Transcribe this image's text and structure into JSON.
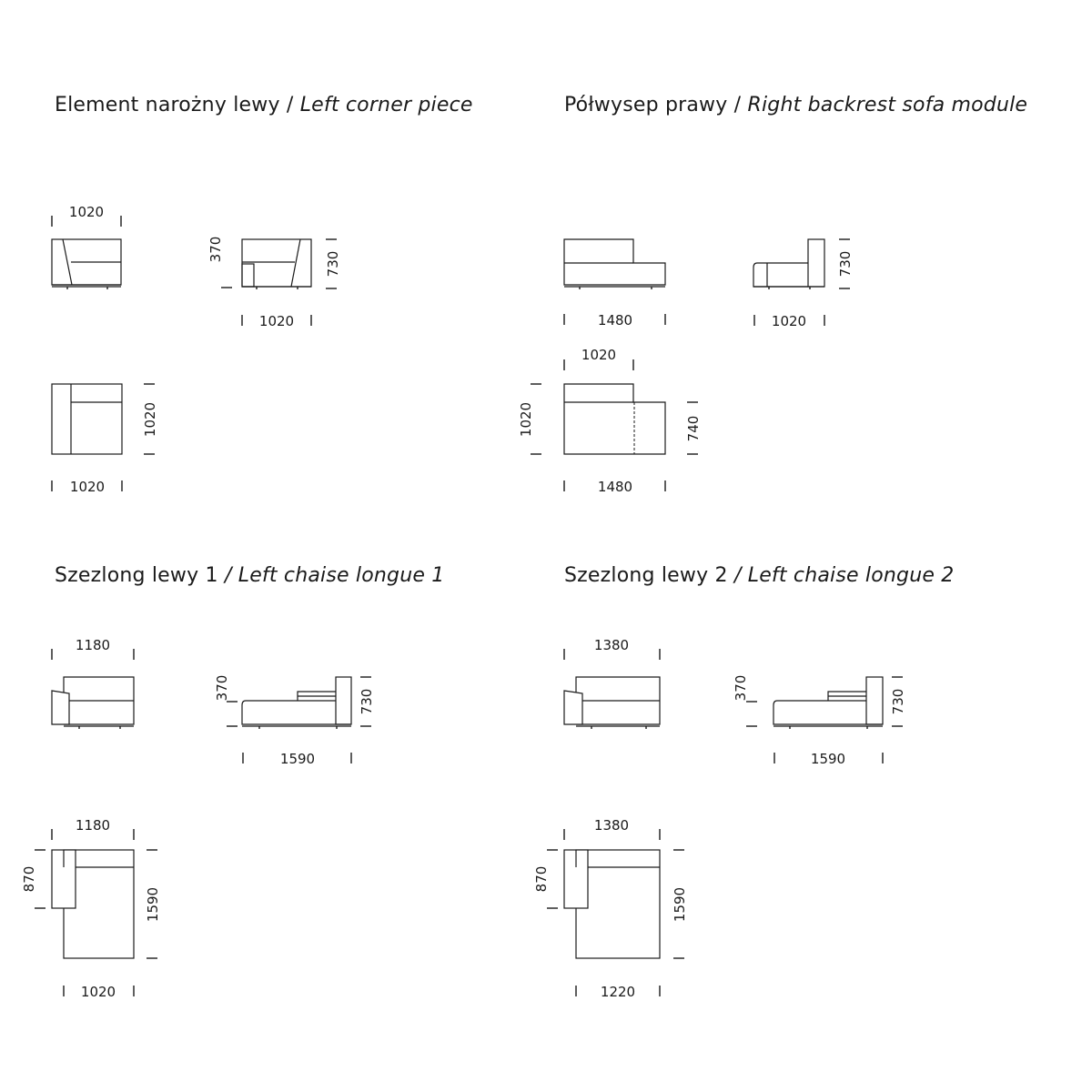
{
  "sections": [
    {
      "title_pl": "Element narożny lewy /",
      "title_en": "Left corner piece",
      "front_width": "1020",
      "side_seat_height": "370",
      "side_height": "730",
      "side_width": "1020",
      "top_depth": "1020",
      "top_width": "1020"
    },
    {
      "title_pl": "Półwysep prawy /",
      "title_en": "Right backrest sofa module",
      "front_width": "1480",
      "side_height": "730",
      "side_width": "1020",
      "top_back_width": "1020",
      "top_depth": "1020",
      "top_right_depth": "740",
      "top_width": "1480"
    },
    {
      "title_pl": "Szezlong lewy 1",
      "title_en": "/ Left chaise longue 1",
      "front_width": "1180",
      "side_seat_height": "370",
      "side_height": "730",
      "side_width": "1590",
      "top_width_upper": "1180",
      "top_arm_depth": "870",
      "top_depth": "1590",
      "top_width_lower": "1020"
    },
    {
      "title_pl": "Szezlong lewy 2",
      "title_en": "/ Left chaise longue 2",
      "front_width": "1380",
      "side_seat_height": "370",
      "side_height": "730",
      "side_width": "1590",
      "top_width_upper": "1380",
      "top_arm_depth": "870",
      "top_depth": "1590",
      "top_width_lower": "1220"
    }
  ]
}
